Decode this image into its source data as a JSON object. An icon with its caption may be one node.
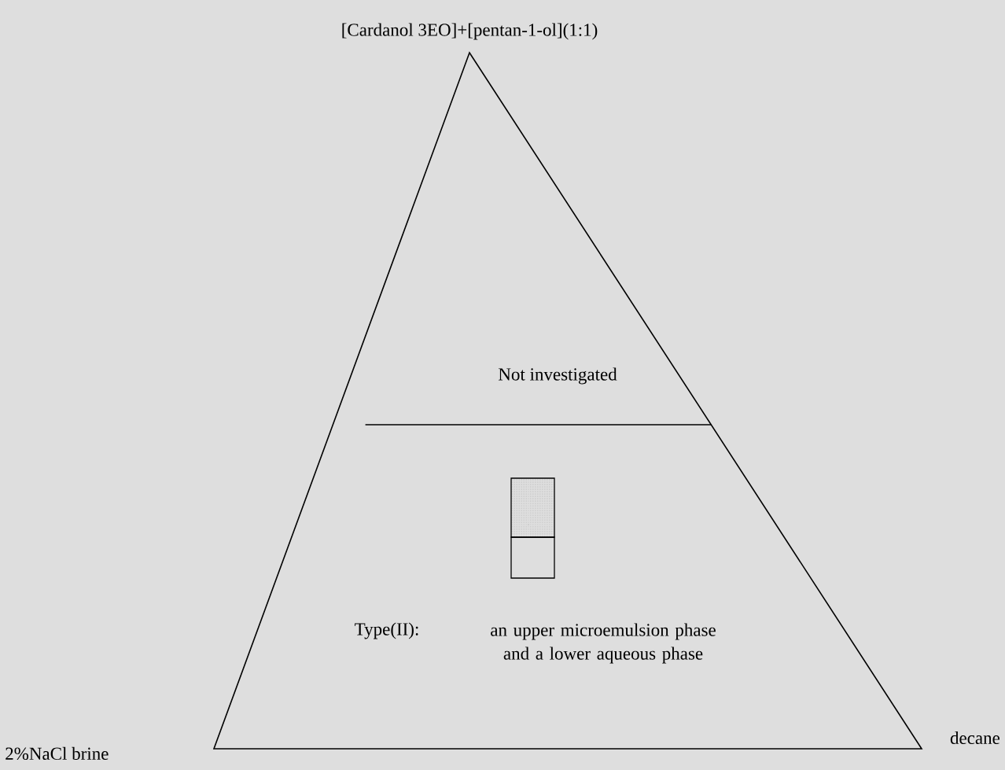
{
  "diagram": {
    "labels": [
      "[Cardanol 3EO]+[pentan-1-ol](1:1)",
      "Not investigated",
      "Type(II):",
      "an upper microemulsion phase and a lower aqueous phase",
      "2%NaCl brine",
      "decane"
    ]
  }
}
